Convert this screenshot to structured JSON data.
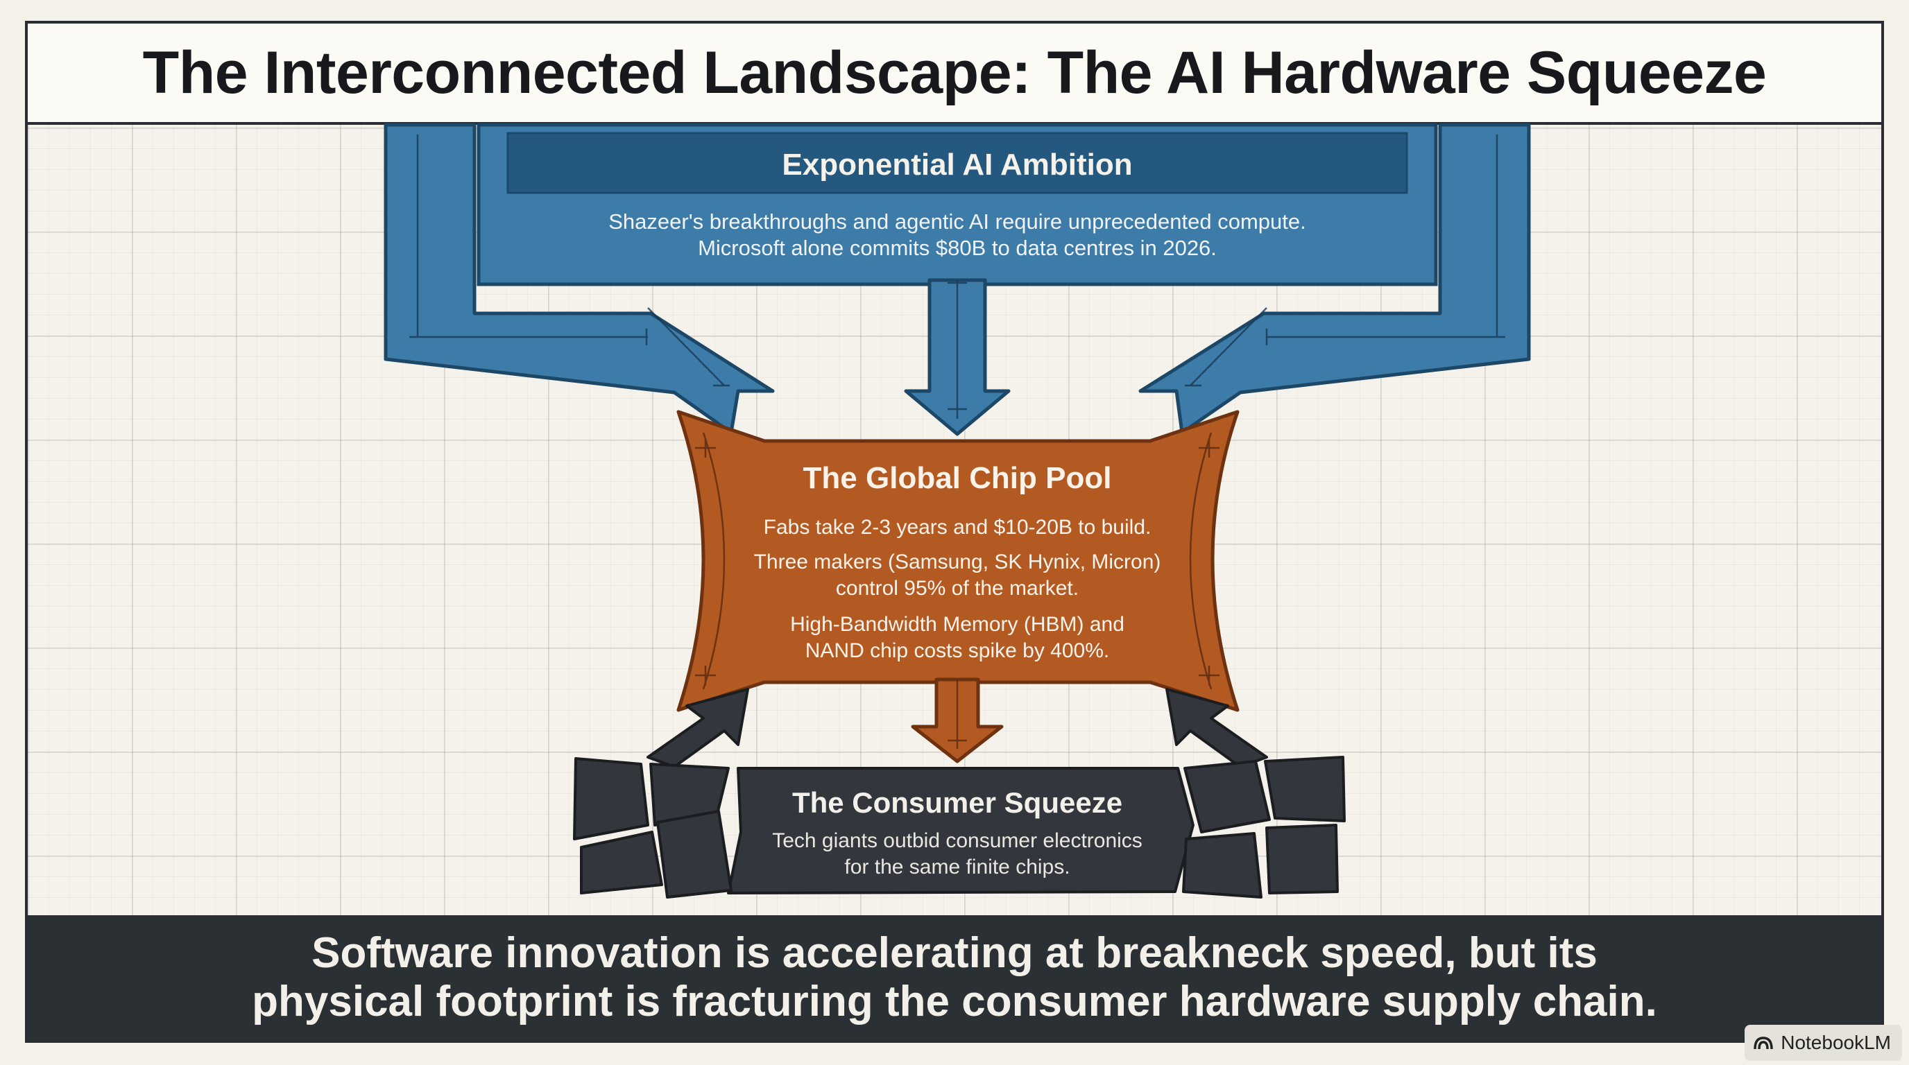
{
  "title": "The Interconnected Landscape: The AI Hardware Squeeze",
  "ambition": {
    "heading": "Exponential AI Ambition",
    "line1": "Shazeer's breakthroughs and agentic AI require unprecedented compute.",
    "line2": "Microsoft alone commits $80B to data centres in 2026."
  },
  "chip_pool": {
    "heading": "The Global Chip Pool",
    "p1": "Fabs take 2-3 years and $10-20B to build.",
    "p2_line1": "Three makers (Samsung, SK Hynix, Micron)",
    "p2_line2": "control 95% of the market.",
    "p3_line1": "High-Bandwidth Memory (HBM) and",
    "p3_line2": "NAND chip costs spike by 400%."
  },
  "consumer": {
    "heading": "The Consumer Squeeze",
    "line1": "Tech giants outbid consumer electronics",
    "line2": "for the same finite chips."
  },
  "footer": {
    "line1": "Software innovation is accelerating at breakneck speed, but its",
    "line2": "physical footprint is fracturing the consumer hardware supply chain."
  },
  "badge": {
    "label": "NotebookLM",
    "icon": "notebooklm-logo-icon"
  },
  "colors": {
    "blue": "#3d7ba8",
    "blue_dark": "#1d4766",
    "orange": "#b35a23",
    "orange_dark": "#6e3210",
    "charcoal": "#33373d",
    "background": "#f4f2ea"
  }
}
